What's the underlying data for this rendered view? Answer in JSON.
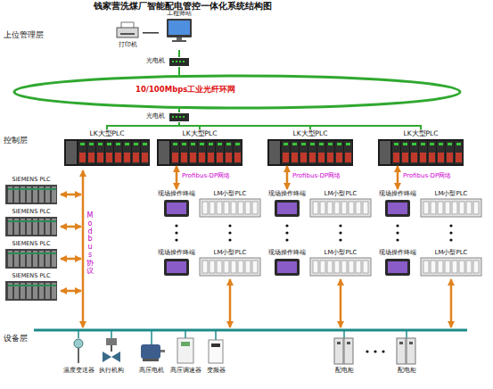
{
  "diagram": {
    "title": "钱家营洗煤厂智能配电管控一体化系统结构图",
    "nodes": [
      {
        "text": [
          "打印机"
        ]
      },
      {
        "text": [
          "工程师站"
        ]
      },
      {
        "text": [
          "光电机"
        ]
      },
      {
        "text": [
          "10/100Mbps工业光纤环网"
        ]
      },
      {
        "text": [
          "光电机"
        ]
      },
      {
        "text": [
          "LK大型PLC"
        ]
      },
      {
        "text": [
          "LK大型PLC"
        ]
      },
      {
        "text": [
          "LK大型PLC"
        ]
      },
      {
        "text": [
          "LK大型PLC"
        ]
      },
      {
        "text": [
          "SIEMENS PLC"
        ]
      },
      {
        "text": [
          "SIEMENS PLC"
        ]
      },
      {
        "text": [
          "SIEMENS PLC"
        ]
      },
      {
        "text": [
          "SIEMENS PLC"
        ]
      },
      {
        "text": [
          "现场操作终端"
        ]
      },
      {
        "text": [
          "LM小型PLC"
        ]
      },
      {
        "text": [
          "现场操作终端"
        ]
      },
      {
        "text": [
          "LM小型PLC"
        ]
      },
      {
        "text": [
          "现场操作终端"
        ]
      },
      {
        "text": [
          "LM小型PLC"
        ]
      },
      {
        "text": [
          "现场操作终端"
        ]
      },
      {
        "text": [
          "LM小型PLC"
        ]
      },
      {
        "text": [
          "现场操作终端"
        ]
      },
      {
        "text": [
          "LM小型PLC"
        ]
      },
      {
        "text": [
          "现场操作终端"
        ]
      },
      {
        "text": [
          "LM小型PLC"
        ]
      },
      {
        "text": [
          "温度变送器"
        ]
      },
      {
        "text": [
          "执行机构"
        ]
      },
      {
        "text": [
          "高压电机"
        ]
      },
      {
        "text": [
          "高压调速器"
        ]
      },
      {
        "text": [
          "变频器"
        ]
      },
      {
        "text": [
          "配电柜"
        ]
      },
      {
        "text": [
          "配电柜"
        ]
      }
    ],
    "edges": [
      {
        "from": 0,
        "to": 1,
        "arrow": "none"
      },
      {
        "from": 1,
        "to": 2,
        "arrow": "none"
      },
      {
        "from": 2,
        "to": 3,
        "arrow": "none"
      },
      {
        "from": 3,
        "to": 4,
        "arrow": "none"
      },
      {
        "from": 4,
        "to": 5,
        "arrow": "none"
      },
      {
        "from": 4,
        "to": 6,
        "arrow": "none"
      },
      {
        "from": 4,
        "to": 7,
        "arrow": "none"
      },
      {
        "from": 4,
        "to": 8,
        "arrow": "none"
      },
      {
        "from": 6,
        "to": 13,
        "label": "Profibus-DP网络",
        "arrow": "both"
      },
      {
        "from": 7,
        "to": 17,
        "label": "Profibus-DP网络",
        "arrow": "both"
      },
      {
        "from": 8,
        "to": 21,
        "label": "Profibus-DP网络",
        "arrow": "both"
      }
    ],
    "labels": [
      "上位管理层",
      "控制层",
      "设备层",
      "Modbus协议"
    ]
  }
}
